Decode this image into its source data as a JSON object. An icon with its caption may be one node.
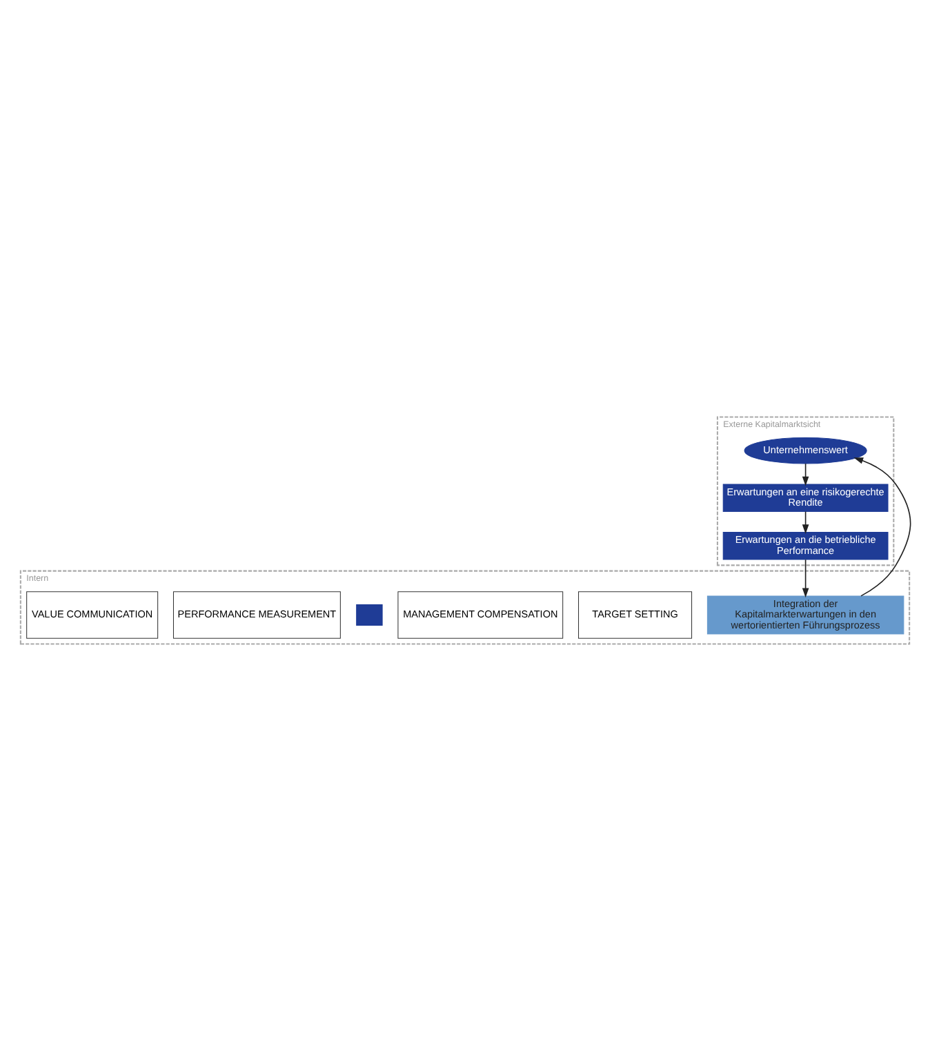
{
  "diagram": {
    "nodes": [
      {
        "text": [
          "Externe Kapitalmarktsicht"
        ]
      },
      {
        "text": [
          "Unternehmenswert"
        ],
        "in": 0
      },
      {
        "text": [
          "Erwartungen an eine risikogerechte Rendite"
        ],
        "in": 0
      },
      {
        "text": [
          "Erwartungen an die betriebliche Performance"
        ],
        "in": 0
      },
      {
        "text": [
          "Intern"
        ]
      },
      {
        "text": [
          "Integration der Kapitalmarkterwartungen in den wertorientierten Führungsprozess"
        ],
        "in": 4
      },
      {
        "text": [
          "TARGET SETTING"
        ],
        "in": 4
      },
      {
        "text": [
          "MANAGEMENT COMPENSATION"
        ],
        "in": 4
      },
      {
        "text": [],
        "shape": "box",
        "in": 4
      },
      {
        "text": [
          "PERFORMANCE MEASUREMENT"
        ],
        "in": 4
      },
      {
        "text": [
          "VALUE COMMUNICATION"
        ],
        "in": 4
      }
    ],
    "edges": [
      {
        "from": 1,
        "to": 2,
        "arrow": "to"
      },
      {
        "from": 2,
        "to": 3,
        "arrow": "to"
      },
      {
        "from": 3,
        "to": 5,
        "arrow": "to"
      },
      {
        "from": 5,
        "to": 1,
        "arrow": "to"
      }
    ]
  }
}
